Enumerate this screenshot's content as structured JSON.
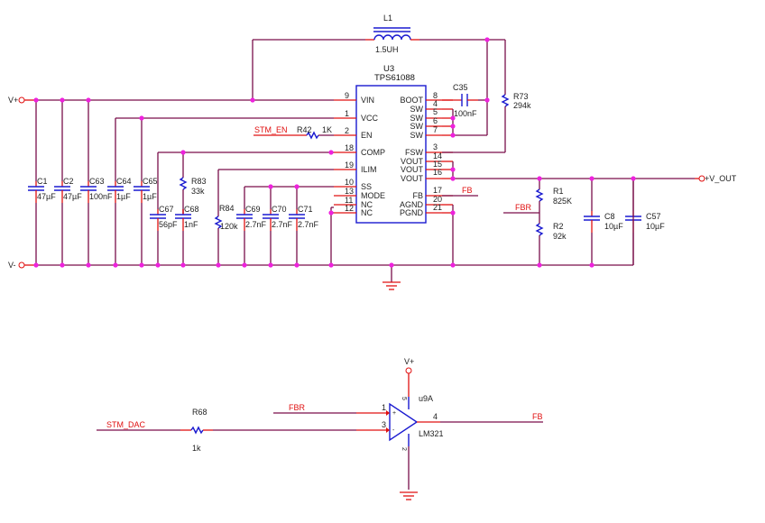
{
  "schematic": {
    "rails": {
      "vplus": "V+",
      "vminus": "V-",
      "vout": "+V_OUT"
    },
    "inductor": {
      "ref": "L1",
      "value": "1.5UH"
    },
    "ic": {
      "ref": "U3",
      "part": "TPS61088",
      "left_pins": [
        {
          "num": "9",
          "name": "VIN"
        },
        {
          "num": "1",
          "name": "VCC"
        },
        {
          "num": "2",
          "name": "EN"
        },
        {
          "num": "18",
          "name": "COMP"
        },
        {
          "num": "19",
          "name": "ILIM"
        },
        {
          "num": "10",
          "name": "SS"
        },
        {
          "num": "13",
          "name": "MODE"
        },
        {
          "num": "11",
          "name": "NC"
        },
        {
          "num": "12",
          "name": "NC"
        }
      ],
      "right_pins": [
        {
          "num": "8",
          "name": "BOOT"
        },
        {
          "num": "4",
          "name": "SW"
        },
        {
          "num": "5",
          "name": "SW"
        },
        {
          "num": "6",
          "name": "SW"
        },
        {
          "num": "7",
          "name": "SW"
        },
        {
          "num": "3",
          "name": "FSW"
        },
        {
          "num": "14",
          "name": "VOUT"
        },
        {
          "num": "15",
          "name": "VOUT"
        },
        {
          "num": "16",
          "name": "VOUT"
        },
        {
          "num": "17",
          "name": "FB"
        },
        {
          "num": "20",
          "name": "AGND"
        },
        {
          "num": "21",
          "name": "PGND"
        }
      ]
    },
    "nets": {
      "stm_en": "STM_EN",
      "fb": "FB",
      "fbr": "FBR",
      "stm_dac": "STM_DAC"
    },
    "components": {
      "C1": {
        "ref": "C1",
        "value": "47µF"
      },
      "C2": {
        "ref": "C2",
        "value": "47µF"
      },
      "C63": {
        "ref": "C63",
        "value": "100nF"
      },
      "C64": {
        "ref": "C64",
        "value": "1µF"
      },
      "C65": {
        "ref": "C65",
        "value": "1µF"
      },
      "C67": {
        "ref": "C67",
        "value": "56pF"
      },
      "C68": {
        "ref": "C68",
        "value": "1nF"
      },
      "R83": {
        "ref": "R83",
        "value": "33k"
      },
      "R84": {
        "ref": "R84",
        "value": "120k"
      },
      "C69": {
        "ref": "C69",
        "value": "2.7nF"
      },
      "C70": {
        "ref": "C70",
        "value": "2.7nF"
      },
      "C71": {
        "ref": "C71",
        "value": "2.7nF"
      },
      "R42": {
        "ref": "R42",
        "value": "1K"
      },
      "C35": {
        "ref": "C35",
        "value": "100nF"
      },
      "R73": {
        "ref": "R73",
        "value": "294k"
      },
      "R1": {
        "ref": "R1",
        "value": "825K"
      },
      "R2": {
        "ref": "R2",
        "value": "92k"
      },
      "C8": {
        "ref": "C8",
        "value": "10µF"
      },
      "C57": {
        "ref": "C57",
        "value": "10µF"
      },
      "R68": {
        "ref": "R68",
        "value": "1k"
      }
    },
    "opamp": {
      "ref": "u9A",
      "part": "LM321",
      "pin_plus": "1",
      "pin_minus": "3",
      "pin_out": "4",
      "pin_vcc": "5",
      "pin_gnd": "2",
      "supply": "V+",
      "plus_sign": "+",
      "minus_sign": "-"
    }
  }
}
